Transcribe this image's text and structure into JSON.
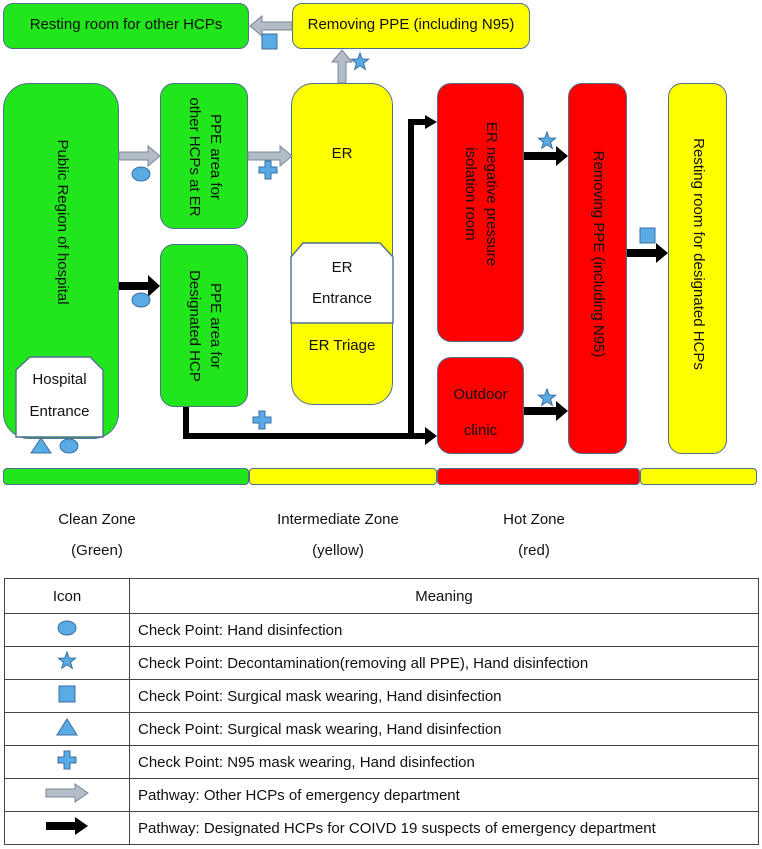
{
  "top": {
    "resting_other": "Resting room for other HCPs",
    "removing_ppe_top": "Removing PPE (including N95)"
  },
  "boxes": {
    "public_region": "Public Region of hospital",
    "hospital_entrance_line1": "Hospital",
    "hospital_entrance_line2": "Entrance",
    "ppe_other_line1": "PPE area for",
    "ppe_other_line2": "other HCPs at ER",
    "ppe_designated_line1": "PPE area for",
    "ppe_designated_line2": "Designated HCP",
    "er": "ER",
    "er_entrance_line1": "ER",
    "er_entrance_line2": "Entrance",
    "er_triage": "ER Triage",
    "isolation_line1": "ER negative pressure",
    "isolation_line2": "isolation room",
    "outdoor_line1": "Outdoor",
    "outdoor_line2": "clinic",
    "removing_ppe_right": "Removing PPE (including N95)",
    "resting_designated": "Resting room for designated HCPs"
  },
  "zones": [
    {
      "name": "Clean Zone",
      "color_name": "(Green)",
      "color": "#22e61c"
    },
    {
      "name": "Intermediate Zone",
      "color_name": "(yellow)",
      "color": "#ffff00"
    },
    {
      "name": "Hot Zone",
      "color_name": "(red)",
      "color": "#ff0000"
    },
    {
      "name": "",
      "color_name": "",
      "color": "#ffff00"
    }
  ],
  "legend": {
    "header_icon": "Icon",
    "header_meaning": "Meaning",
    "rows": [
      {
        "icon": "circle-icon",
        "meaning": "Check Point: Hand disinfection"
      },
      {
        "icon": "star-icon",
        "meaning": "Check Point: Decontamination(removing all PPE), Hand disinfection"
      },
      {
        "icon": "square-icon",
        "meaning": "Check Point: Surgical mask wearing, Hand disinfection"
      },
      {
        "icon": "triangle-icon",
        "meaning": "Check Point: Surgical mask wearing, Hand disinfection"
      },
      {
        "icon": "cross-icon",
        "meaning": "Check Point: N95 mask wearing, Hand disinfection"
      },
      {
        "icon": "gray-arrow-icon",
        "meaning": "Pathway: Other HCPs of emergency department"
      },
      {
        "icon": "black-arrow-icon",
        "meaning": "Pathway: Designated HCPs for COIVD 19 suspects of emergency department"
      }
    ]
  },
  "colors": {
    "green": "#22e61c",
    "yellow": "#ffff00",
    "red": "#ff0000",
    "icon_fill": "#5aaae6",
    "pathway_gray": "#b4bcc8",
    "pathway_black": "#000000"
  }
}
